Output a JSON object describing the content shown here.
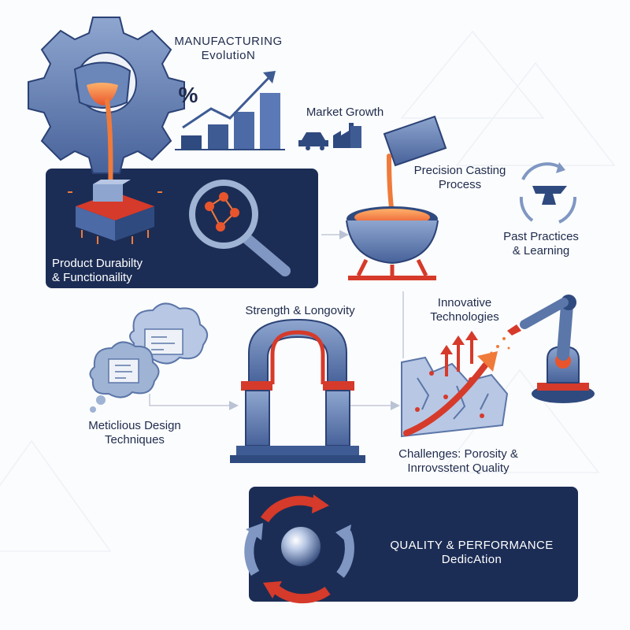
{
  "labels": {
    "manufacturing_line1": "MANUFACTURING",
    "manufacturing_line2": "EvolutioN",
    "market_growth": "Market Growth",
    "percent_symbol": "%",
    "precision_line1": "Precision Casting",
    "precision_line2": "Process",
    "past_line1": "Past Practices",
    "past_line2": "& Learning",
    "durability_line1": "Product Durabilty",
    "durability_line2": "& Functionaility",
    "strength": "Strength & Longovity",
    "innovative_line1": "Innovative",
    "innovative_line2": "Technologies",
    "design_line1": "Meticlious Design",
    "design_line2": "Techniques",
    "challenges_line1": "Challenges: Porosity &",
    "challenges_line2": "Inrrovsstent Quality",
    "quality_line1": "QUALITY & PERFORMANCE",
    "quality_line2": "DedicAtion"
  },
  "icons": [
    "gear-icon",
    "ladle-icon",
    "bar-chart-icon",
    "car-icon",
    "factory-icon",
    "crucible-icon",
    "anvil-cycle-icon",
    "magnifier-icon",
    "mold-block-icon",
    "thought-cloud-icon",
    "arch-icon",
    "robot-arm-icon",
    "cracked-rock-icon",
    "cycle-arrows-icon",
    "sphere-icon"
  ],
  "colors": {
    "navy": "#1d2e56",
    "steel": "#5b76a8",
    "steel_light": "#9fb3d4",
    "molten": "#f07a3a",
    "red": "#d63a2a",
    "text": "#1f2b4d"
  }
}
